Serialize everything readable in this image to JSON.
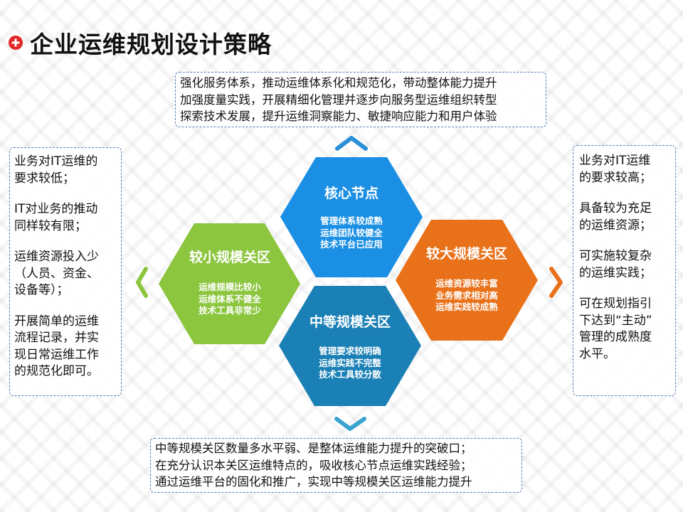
{
  "title": "企业运维规划设计策略",
  "top_box": {
    "lines": [
      "强化服务体系，推动运维体系化和规范化，带动整体能力提升",
      "加强度量实践，开展精细化管理并逐步向服务型运维组织转型",
      "探索技术发展，提升运维洞察能力、敏捷响应能力和用户体验"
    ]
  },
  "bottom_box": {
    "lines": [
      "中等规模关区数量多水平弱、是整体运维能力提升的突破口；",
      "在充分认识本关区运维特点的，吸收核心节点运维实践经验；",
      "通过运维平台的固化和推广，实现中等规模关区运维能力提升"
    ]
  },
  "left_box": {
    "paragraphs": [
      [
        "业务对IT运维的",
        "要求较低；"
      ],
      [
        "IT对业务的推动",
        "同样较有限；"
      ],
      [
        "运维资源投入少",
        "（人员、资金、",
        "设备等）；"
      ],
      [
        "开展简单的运维",
        "流程记录，并实",
        "现日常运维工作",
        "的规范化即可。"
      ]
    ]
  },
  "right_box": {
    "paragraphs": [
      [
        "业务对IT运维",
        "的要求较高；"
      ],
      [
        "具备较为充足",
        "的运维资源；"
      ],
      [
        "可实施较复杂",
        "的运维实践；"
      ],
      [
        "可在规划指引",
        "下达到“主动”",
        "管理的成熟度",
        "水平。"
      ]
    ]
  },
  "hexagons": {
    "core": {
      "title": "核心节点",
      "lines": [
        "管理体系较成熟",
        "运维团队较健全",
        "技术平台已应用"
      ],
      "color": "#1a8fe3"
    },
    "small": {
      "title": "较小规模关区",
      "lines": [
        "运维规模比较小",
        "运维体系不健全",
        "技术工具非常少"
      ],
      "color": "#8cc63f"
    },
    "large": {
      "title": "较大规模关区",
      "lines": [
        "运维资源较丰富",
        "业务需求相对高",
        "运维实践较成熟"
      ],
      "color": "#e8711a"
    },
    "medium": {
      "title": "中等规模关区",
      "lines": [
        "管理要求较明确",
        "运维实践不完整",
        "技术工具较分散"
      ],
      "color": "#1b80b5"
    }
  },
  "colors": {
    "title_icon": "#e32626",
    "chevron_up": "#2a8fd8",
    "chevron_down": "#3aa3cf",
    "chevron_left": "#8cc63f",
    "chevron_right": "#e8711a",
    "box_border": "#5a7fb5"
  },
  "icons": [
    "plus-circle-icon",
    "chevron-up-icon",
    "chevron-down-icon",
    "chevron-left-icon",
    "chevron-right-icon"
  ]
}
